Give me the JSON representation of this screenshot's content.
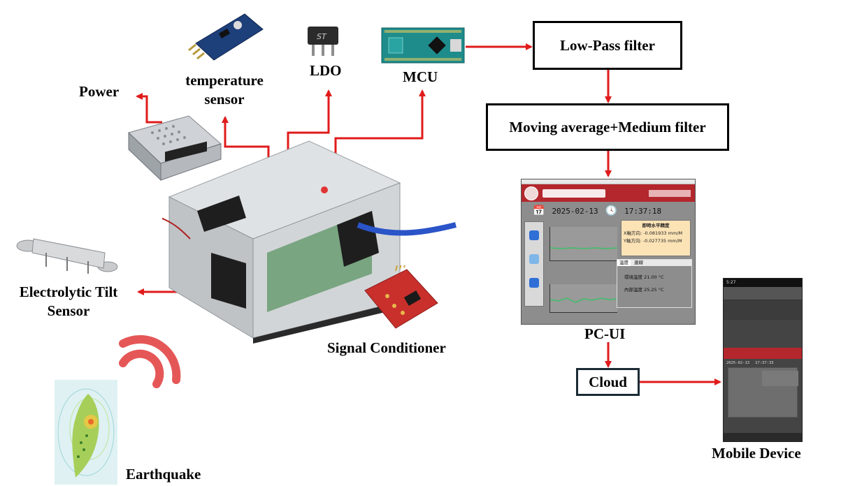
{
  "labels": {
    "power": "Power",
    "temperature_sensor": "temperature sensor",
    "ldo": "LDO",
    "mcu": "MCU",
    "tilt_sensor": "Electrolytic Tilt Sensor",
    "signal_conditioner": "Signal Conditioner",
    "earthquake": "Earthquake",
    "pc_ui": "PC-UI",
    "mobile_device": "Mobile Device"
  },
  "boxes": {
    "low_pass": "Low-Pass filter",
    "moving_average": "Moving average+Medium filter",
    "cloud": "Cloud"
  },
  "pc_screen": {
    "date": "2025-02-13",
    "time": "17:37:18",
    "panel_title": "即時水平精度",
    "x_axis": "X軸方向: -0.081933",
    "y_axis": "Y軸方向: -0.027735",
    "unit": "mm/M",
    "tab_temp": "溫度",
    "tab_link": "連線",
    "ambient_temp": "環境溫度 21.00",
    "inner_temp": "內部溫度 25.25",
    "temp_unit": "°C"
  },
  "mobile_screen": {
    "status_time": "5:27",
    "date": "2025-02-13",
    "time": "17:37:33"
  },
  "colors": {
    "arrow": "#e01b1b",
    "ui_banner": "#b3272d",
    "ui_panel": "#8a8a8a",
    "ui_highlight": "#fbe3b6"
  }
}
